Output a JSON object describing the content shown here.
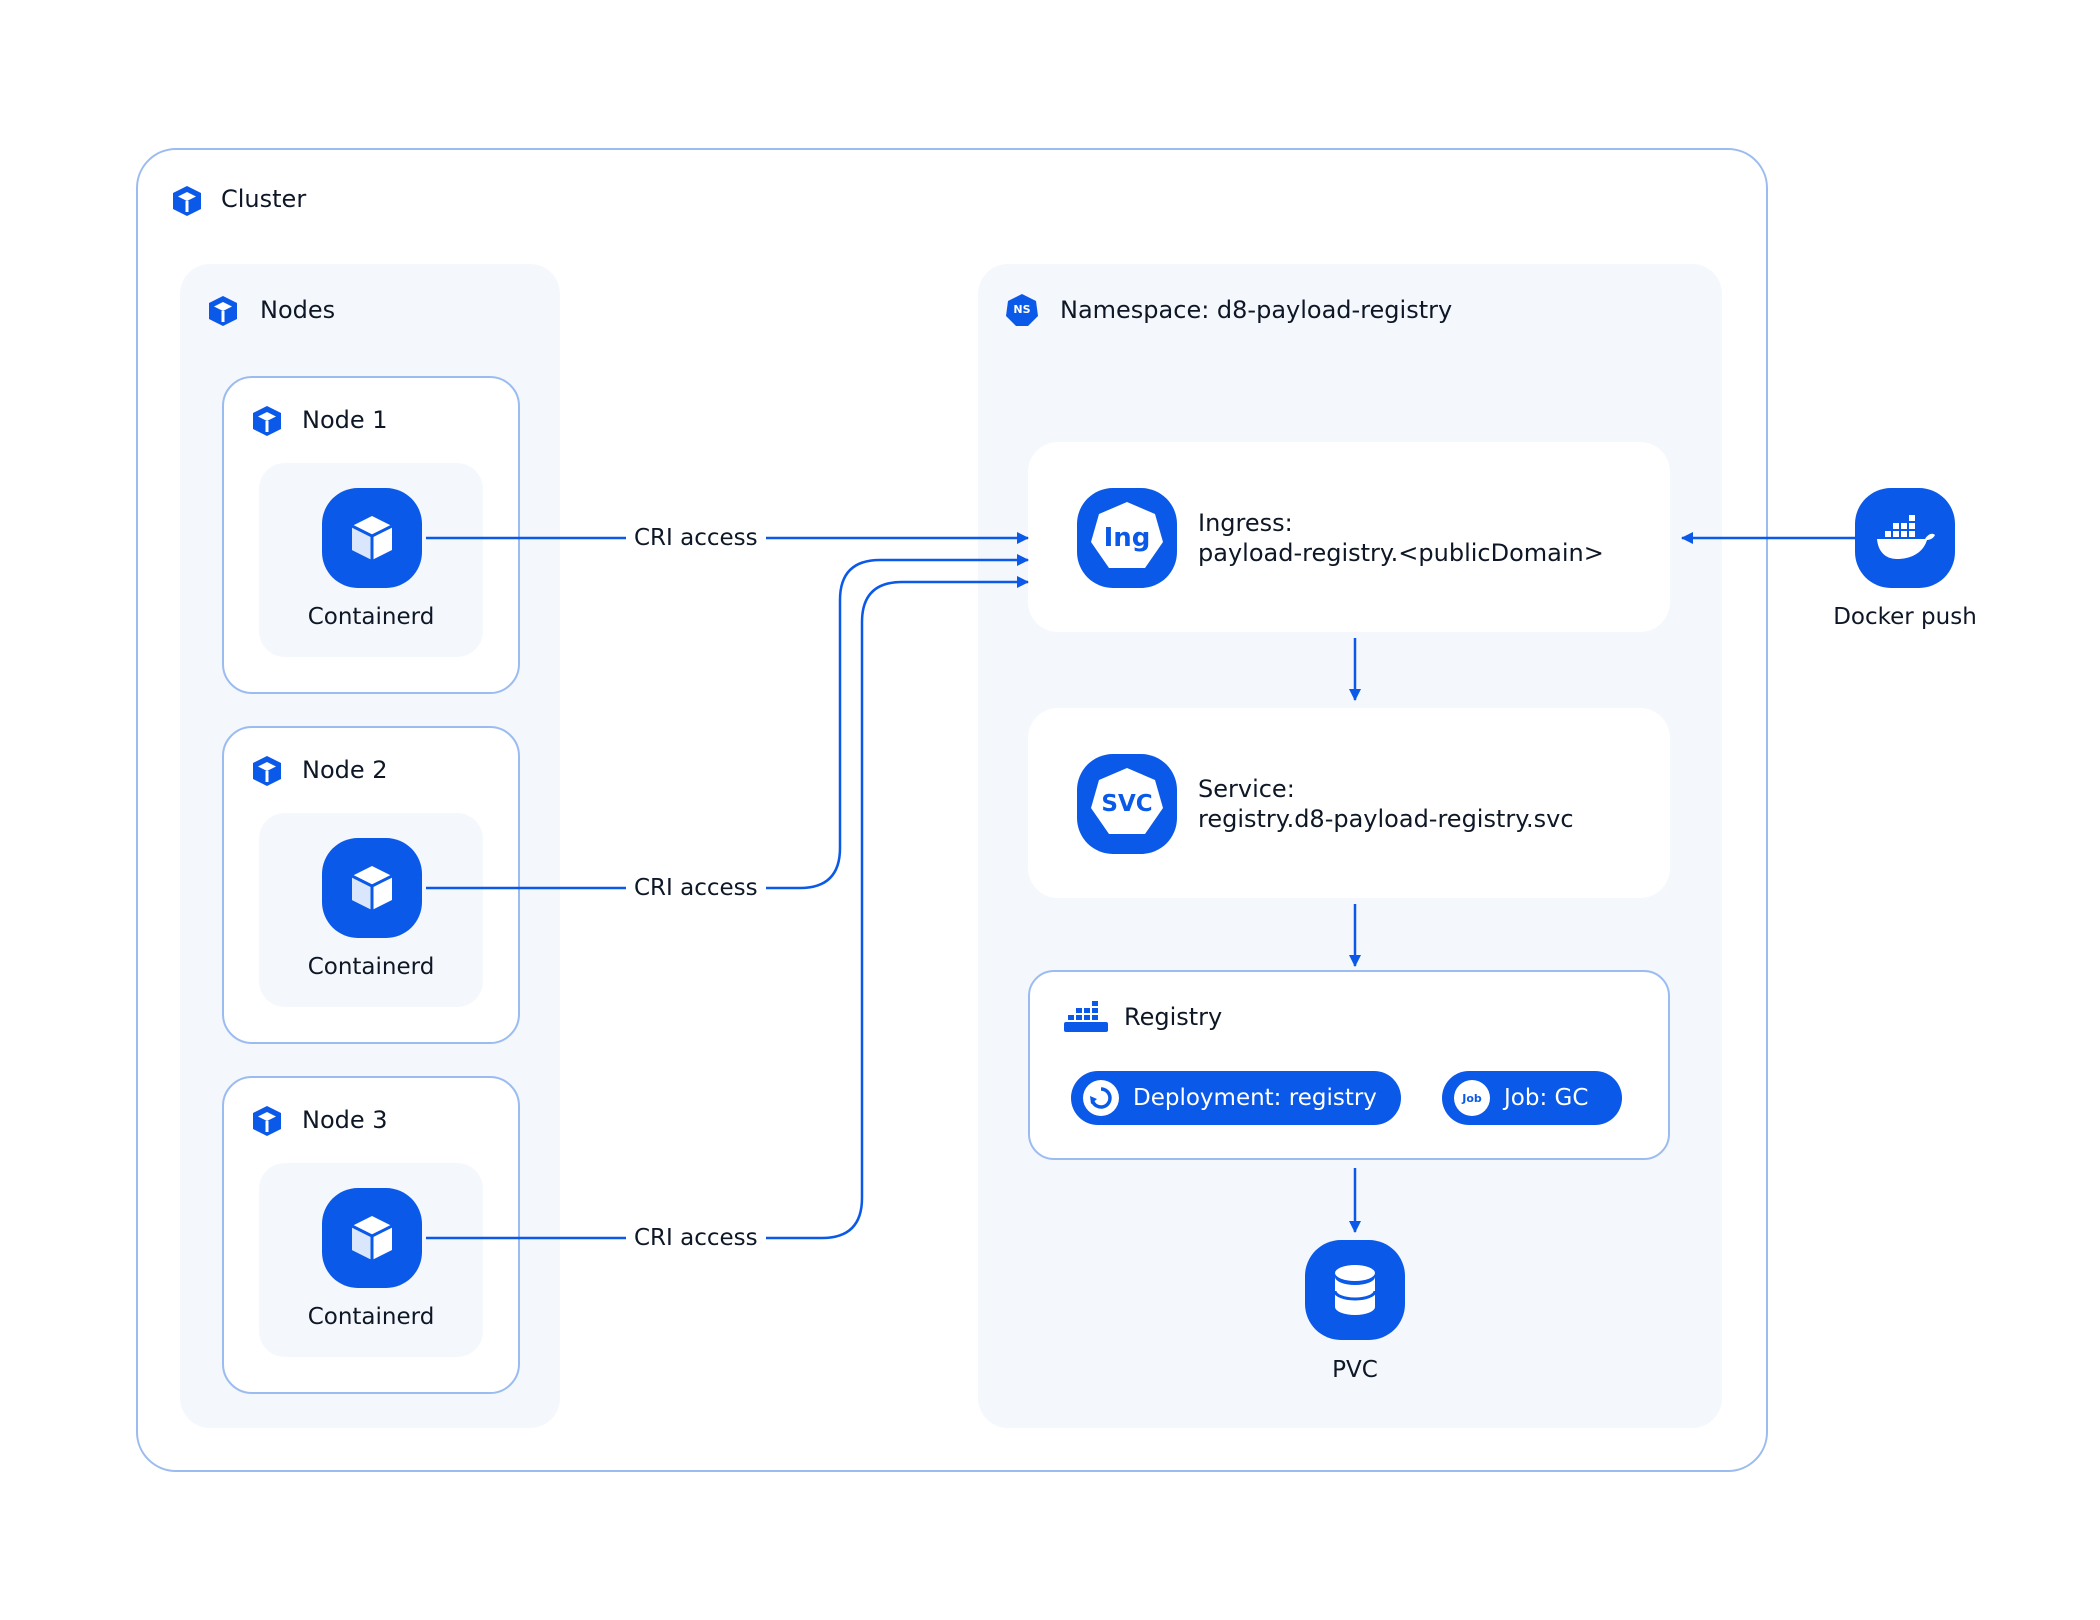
{
  "colors": {
    "accent": "#0a59e8",
    "border": "#9bbcf1",
    "panel": "#f4f7fc"
  },
  "cluster": {
    "label": "Cluster",
    "icon": "cluster-icon"
  },
  "nodes": {
    "label": "Nodes",
    "icon": "cube-icon",
    "items": [
      {
        "label": "Node 1",
        "runtime": "Containerd"
      },
      {
        "label": "Node 2",
        "runtime": "Containerd"
      },
      {
        "label": "Node 3",
        "runtime": "Containerd"
      }
    ]
  },
  "connections": {
    "cri_label": "CRI access"
  },
  "namespace": {
    "badge": "NS",
    "label": "Namespace: d8-payload-registry",
    "ingress": {
      "icon_text": "Ing",
      "title": "Ingress:",
      "value": "payload-registry.<publicDomain>"
    },
    "service": {
      "icon_text": "SVC",
      "title": "Service:",
      "value": "registry.d8-payload-registry.svc"
    },
    "registry": {
      "label": "Registry",
      "deployment": "Deployment: registry",
      "job_badge": "Job",
      "job": "Job: GC"
    },
    "storage": {
      "label": "PVC"
    }
  },
  "external": {
    "label": "Docker push"
  }
}
